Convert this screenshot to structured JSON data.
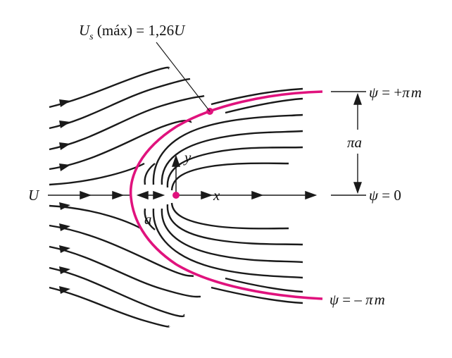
{
  "labels": {
    "max_velocity": {
      "U": "U",
      "sub": "s",
      "rest": " (máx) = 1,26",
      "U2": "U"
    },
    "freestream": "U",
    "x_axis": "x",
    "y_axis": "y",
    "offset": "a",
    "psi_top": {
      "psi": "ψ",
      "eq": " = +",
      "pi": "π",
      "m": "m"
    },
    "psi_zero": {
      "psi": "ψ",
      "eq": " = 0"
    },
    "psi_bottom": {
      "psi": "ψ",
      "eq": " = – ",
      "pi": "π",
      "m": "m"
    },
    "spacing": {
      "pi": "π",
      "a": "a"
    }
  },
  "colors": {
    "line": "#1a1a1a",
    "dividing_streamline": "#e0127d",
    "source_point": "#e0127d"
  }
}
